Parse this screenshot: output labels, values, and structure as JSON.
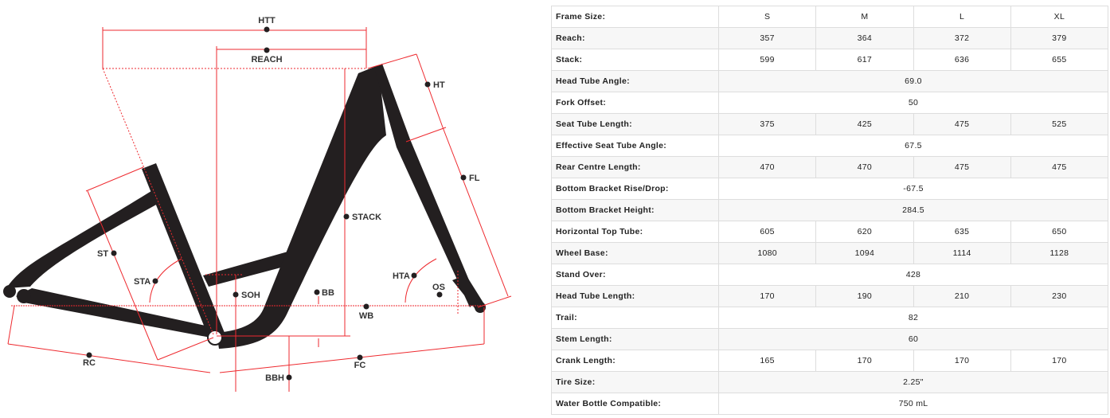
{
  "diagram": {
    "labels": {
      "htt": "HTT",
      "reach": "REACH",
      "ht": "HT",
      "fl": "FL",
      "stack": "STACK",
      "st": "ST",
      "sta": "STA",
      "soh": "SOH",
      "bb": "BB",
      "wb": "WB",
      "hta": "HTA",
      "os": "OS",
      "rc": "RC",
      "fc": "FC",
      "bbh": "BBH"
    },
    "colors": {
      "frame": "#231f20",
      "dimension": "#ee2a2f"
    }
  },
  "geometry": {
    "header": {
      "label": "Frame Size:",
      "sizes": [
        "S",
        "M",
        "L",
        "XL"
      ]
    },
    "rows": [
      {
        "label": "Reach:",
        "values": [
          "357",
          "364",
          "372",
          "379"
        ]
      },
      {
        "label": "Stack:",
        "values": [
          "599",
          "617",
          "636",
          "655"
        ]
      },
      {
        "label": "Head Tube Angle:",
        "value": "69.0"
      },
      {
        "label": "Fork Offset:",
        "value": "50"
      },
      {
        "label": "Seat Tube Length:",
        "values": [
          "375",
          "425",
          "475",
          "525"
        ]
      },
      {
        "label": "Effective Seat Tube Angle:",
        "value": "67.5"
      },
      {
        "label": "Rear Centre Length:",
        "values": [
          "470",
          "470",
          "475",
          "475"
        ]
      },
      {
        "label": "Bottom Bracket Rise/Drop:",
        "value": "-67.5"
      },
      {
        "label": "Bottom Bracket Height:",
        "value": "284.5"
      },
      {
        "label": "Horizontal Top Tube:",
        "values": [
          "605",
          "620",
          "635",
          "650"
        ]
      },
      {
        "label": "Wheel Base:",
        "values": [
          "1080",
          "1094",
          "1114",
          "1128"
        ]
      },
      {
        "label": "Stand Over:",
        "value": "428"
      },
      {
        "label": "Head Tube Length:",
        "values": [
          "170",
          "190",
          "210",
          "230"
        ]
      },
      {
        "label": "Trail:",
        "value": "82"
      },
      {
        "label": "Stem Length:",
        "value": "60"
      },
      {
        "label": "Crank Length:",
        "values": [
          "165",
          "170",
          "170",
          "170"
        ]
      },
      {
        "label": "Tire Size:",
        "value": "2.25\""
      },
      {
        "label": "Water Bottle Compatible:",
        "value": "750 mL"
      }
    ]
  }
}
